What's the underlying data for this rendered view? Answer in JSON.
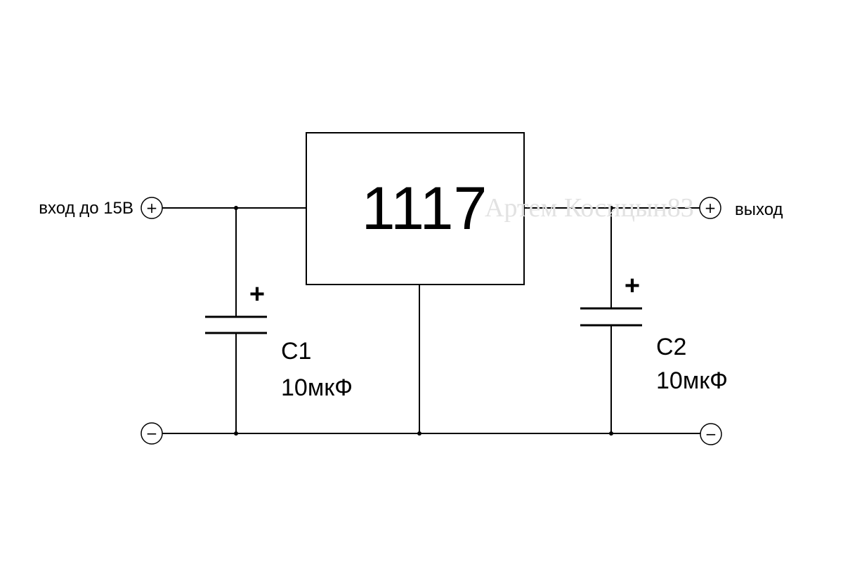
{
  "regulator": {
    "label": "1117"
  },
  "watermark": "Артем Косицын83",
  "input": {
    "label": "вход до 15В",
    "plus_sign": "+",
    "minus_sign": "−"
  },
  "output": {
    "label": "выход",
    "plus_sign": "+",
    "minus_sign": "−"
  },
  "capacitors": [
    {
      "name": "C1",
      "value": "10мкФ",
      "polarity": "+"
    },
    {
      "name": "C2",
      "value": "10мкФ",
      "polarity": "+"
    }
  ]
}
